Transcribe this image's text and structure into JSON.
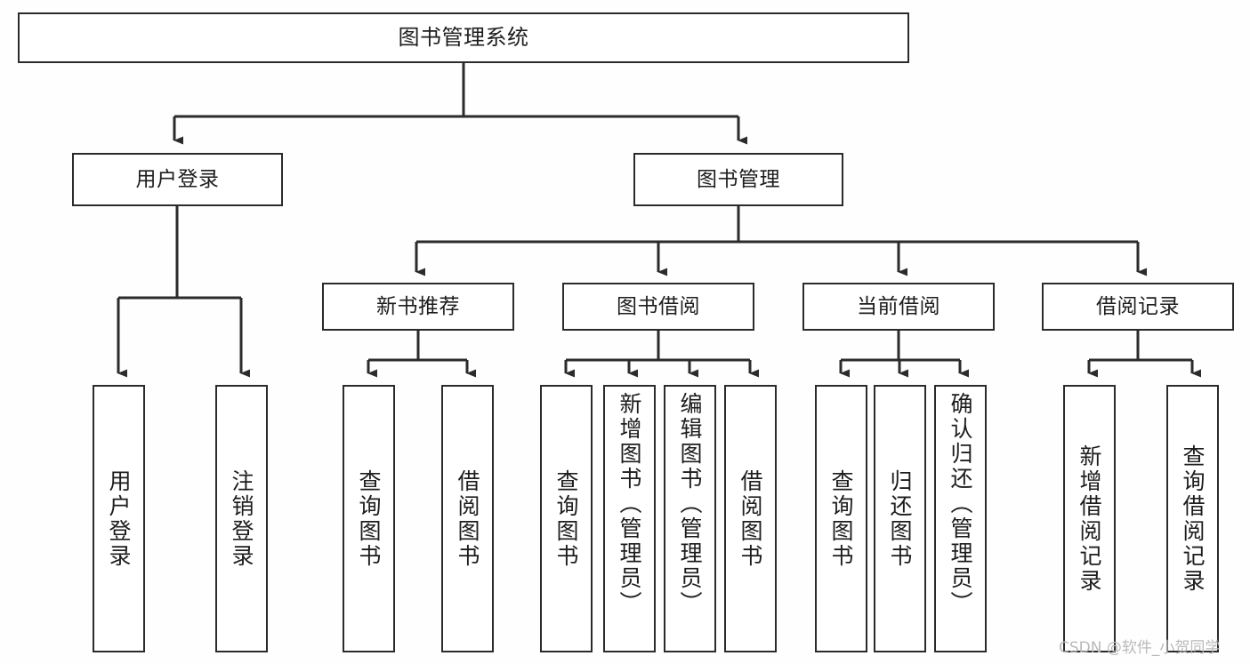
{
  "diagram": {
    "type": "tree-hierarchy",
    "title": "图书管理系统",
    "background_color": "#fefefe",
    "line_color": "#2b2b2b",
    "box_fill": "#ffffff",
    "text_color": "#1d1d1d"
  },
  "nodes": {
    "root": {
      "label": "图书管理系统"
    },
    "level1": [
      {
        "label": "用户登录"
      },
      {
        "label": "图书管理"
      }
    ],
    "level2": [
      {
        "label": "新书推荐"
      },
      {
        "label": "图书借阅"
      },
      {
        "label": "当前借阅"
      },
      {
        "label": "借阅记录"
      }
    ],
    "leaves": {
      "user_login": [
        {
          "label": "用户登录"
        },
        {
          "label": "注销登录"
        }
      ],
      "new_book": [
        {
          "label": "查询图书"
        },
        {
          "label": "借阅图书"
        }
      ],
      "borrow": [
        {
          "label": "查询图书"
        },
        {
          "label": "新增图书（管理员）"
        },
        {
          "label": "编辑图书（管理员）"
        },
        {
          "label": "借阅图书"
        }
      ],
      "current": [
        {
          "label": "查询图书"
        },
        {
          "label": "归还图书"
        },
        {
          "label": "确认归还（管理员）"
        }
      ],
      "records": [
        {
          "label": "新增借阅记录"
        },
        {
          "label": "查询借阅记录"
        }
      ]
    }
  },
  "watermark": {
    "text": "CSDN @软件_小贺同学"
  }
}
